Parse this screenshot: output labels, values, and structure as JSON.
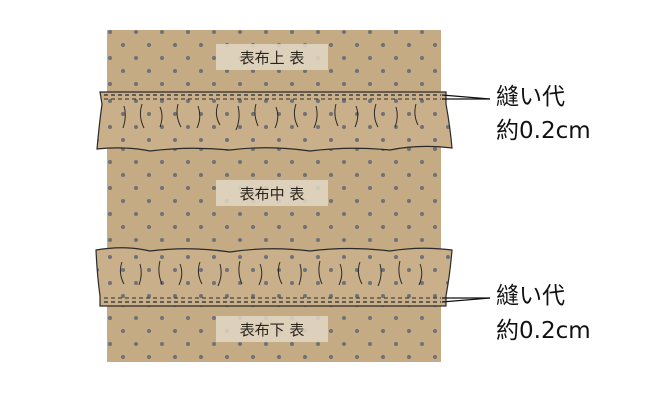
{
  "labels": {
    "top_panel": "表布上 表",
    "middle_panel": "表布中 表",
    "bottom_panel": "表布下 表"
  },
  "annotations": {
    "top": {
      "line1": "縫い代",
      "line2": "約0.2cm"
    },
    "bottom": {
      "line1": "縫い代",
      "line2": "約0.2cm"
    }
  },
  "colors": {
    "fabric": "#c4ab84",
    "fabric_dot": "#6f7178",
    "outline": "#2a2a2a",
    "label_bg": "#e2d7c5",
    "text": "#111111"
  }
}
